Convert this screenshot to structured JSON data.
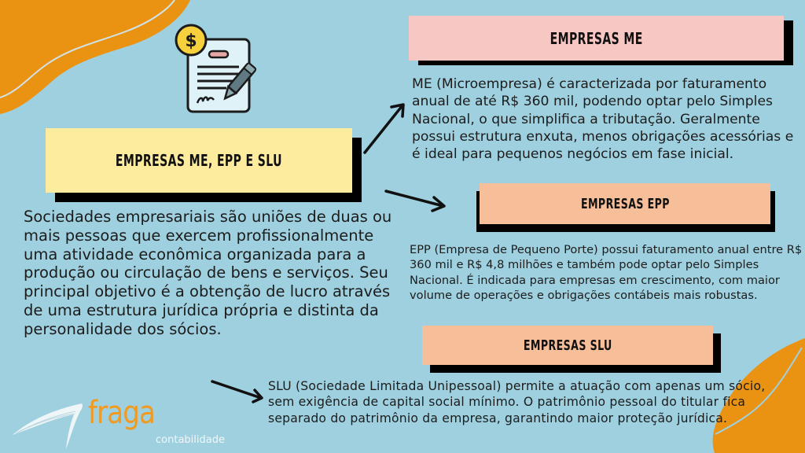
{
  "colors": {
    "background": "#9fd0df",
    "orange_blob": "#ea9212",
    "main_title_fill": "#fdeb9e",
    "me_title_fill": "#f7c7c4",
    "epp_title_fill": "#f7bf99",
    "slu_title_fill": "#f7bf99",
    "shadow": "#000000",
    "logo_orange": "#f29a1f"
  },
  "icons": {
    "document": "signed-contract-with-dollar-coin-icon",
    "coin_symbol": "$"
  },
  "main": {
    "title": "EMPRESAS ME, EPP E SLU",
    "description": "Sociedades empresariais são uniões de duas ou mais pessoas que exercem profissionalmente uma atividade econômica organizada para a produção ou circulação de bens e serviços. Seu principal objetivo é a obtenção de lucro através de uma estrutura jurídica própria e distinta da personalidade dos sócios."
  },
  "sections": {
    "me": {
      "title": "EMPRESAS ME",
      "description": "ME (Microempresa) é caracterizada por faturamento anual de até R$ 360 mil, podendo optar pelo Simples Nacional, o que simplifica a tributação. Geralmente possui estrutura enxuta, menos obrigações acessórias e é ideal para pequenos negócios em fase inicial."
    },
    "epp": {
      "title": "EMPRESAS EPP",
      "description": "EPP (Empresa de Pequeno Porte) possui faturamento anual entre R$ 360 mil e R$ 4,8 milhões e também pode optar pelo Simples Nacional. É indicada para empresas em crescimento, com maior volume de operações e obrigações contábeis mais robustas."
    },
    "slu": {
      "title": "EMPRESAS SLU",
      "description": "SLU (Sociedade Limitada Unipessoal) permite a atuação com apenas um sócio, sem exigência de capital social mínimo. O patrimônio pessoal do titular fica separado do patrimônio da empresa, garantindo maior proteção jurídica."
    }
  },
  "logo": {
    "name": "fraga",
    "subtitle": "contabilidade"
  }
}
